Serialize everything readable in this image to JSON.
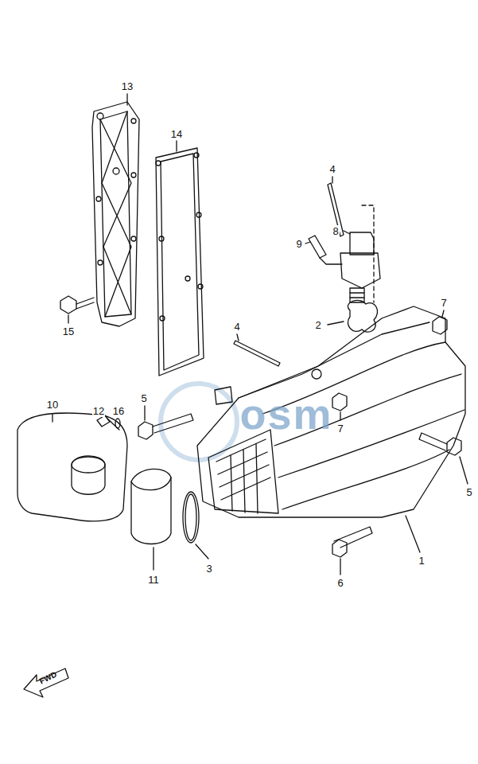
{
  "diagram": {
    "labels": [
      "13",
      "14",
      "4",
      "8",
      "9",
      "7",
      "2",
      "4",
      "15",
      "10",
      "12",
      "16",
      "5",
      "7",
      "5",
      "11",
      "3",
      "1",
      "6",
      "FWD",
      "osm"
    ]
  }
}
